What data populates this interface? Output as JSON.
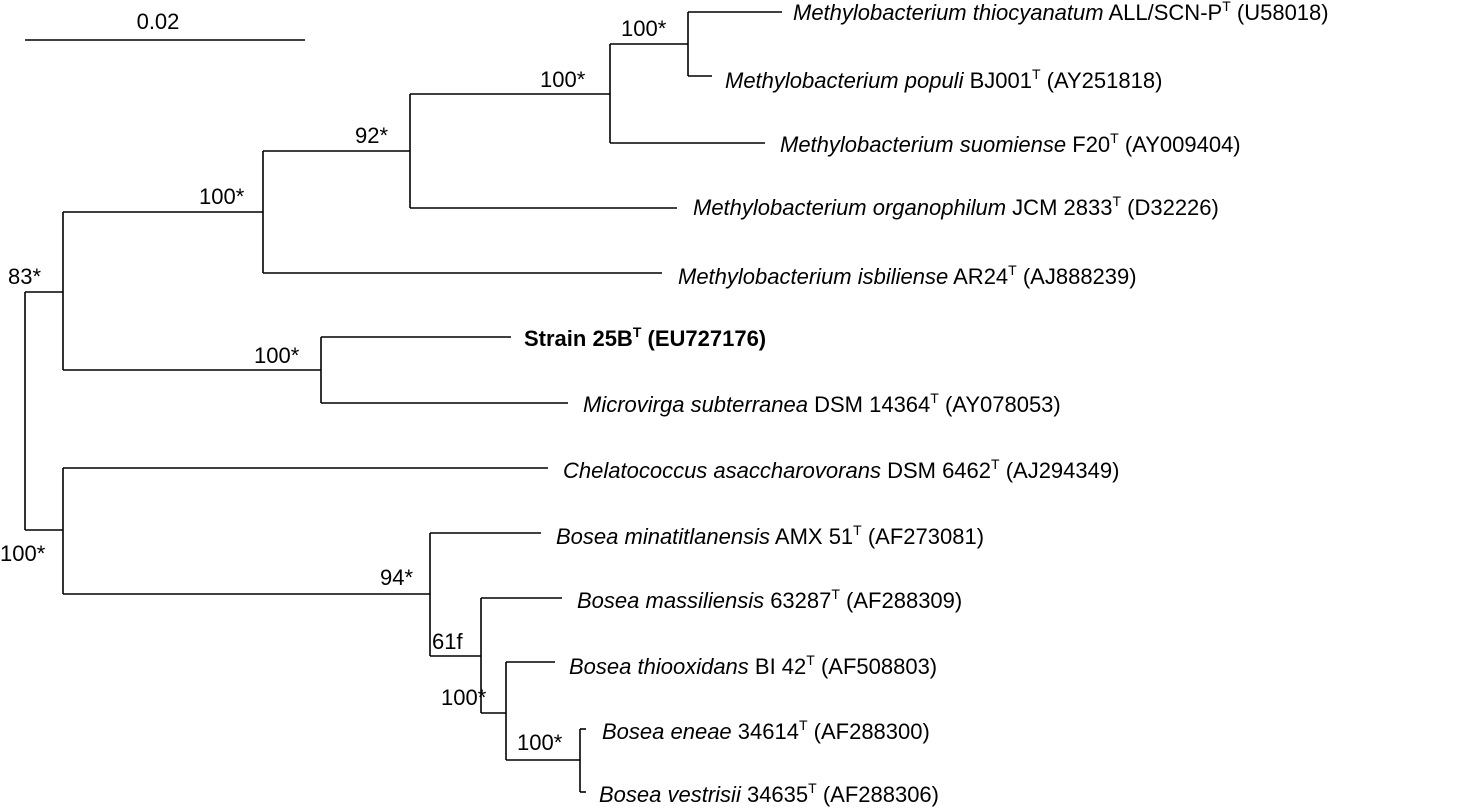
{
  "scale_bar": {
    "label": "0.02"
  },
  "taxa": [
    {
      "id": "t1",
      "italic": "Methylobacterium thiocyanatum",
      "strain": " ALL/SCN-P",
      "sup": "T",
      "acc": " (U58018)",
      "bold": false
    },
    {
      "id": "t2",
      "italic": "Methylobacterium populi",
      "strain": " BJ001",
      "sup": "T",
      "acc": " (AY251818)",
      "bold": false
    },
    {
      "id": "t3",
      "italic": "Methylobacterium suomiense",
      "strain": " F20",
      "sup": "T",
      "acc": " (AY009404)",
      "bold": false
    },
    {
      "id": "t4",
      "italic": "Methylobacterium organophilum",
      "strain": " JCM 2833",
      "sup": "T",
      "acc": " (D32226)",
      "bold": false
    },
    {
      "id": "t5",
      "italic": "Methylobacterium isbiliense",
      "strain": " AR24",
      "sup": "T",
      "acc": " (AJ888239)",
      "bold": false
    },
    {
      "id": "t6",
      "italic": "",
      "strain": "Strain 25B",
      "sup": "T",
      "acc": " (EU727176)",
      "bold": true
    },
    {
      "id": "t7",
      "italic": "Microvirga subterranea",
      "strain": " DSM 14364",
      "sup": "T",
      "acc": " (AY078053)",
      "bold": false
    },
    {
      "id": "t8",
      "italic": "Chelatococcus asaccharovorans",
      "strain": " DSM 6462",
      "sup": "T",
      "acc": " (AJ294349)",
      "bold": false
    },
    {
      "id": "t9",
      "italic": "Bosea minatitlanensis",
      "strain": " AMX 51",
      "sup": "T",
      "acc": " (AF273081)",
      "bold": false
    },
    {
      "id": "t10",
      "italic": "Bosea massiliensis",
      "strain": " 63287",
      "sup": "T",
      "acc": " (AF288309)",
      "bold": false
    },
    {
      "id": "t11",
      "italic": "Bosea thiooxidans",
      "strain": " BI 42",
      "sup": "T",
      "acc": " (AF508803)",
      "bold": false
    },
    {
      "id": "t12",
      "italic": "Bosea eneae",
      "strain": " 34614",
      "sup": "T",
      "acc": " (AF288300)",
      "bold": false
    },
    {
      "id": "t13",
      "italic": "Bosea vestrisii",
      "strain": " 34635",
      "sup": "T",
      "acc": " (AF288306)",
      "bold": false
    }
  ],
  "bootstrap": {
    "b1": "100*",
    "b2": "100*",
    "b3": "92*",
    "b4": "100*",
    "b5": "83*",
    "b6": "100*",
    "b7": "100*",
    "b8": "94*",
    "b9": "61f",
    "b10": "100*",
    "b11": "100*"
  }
}
